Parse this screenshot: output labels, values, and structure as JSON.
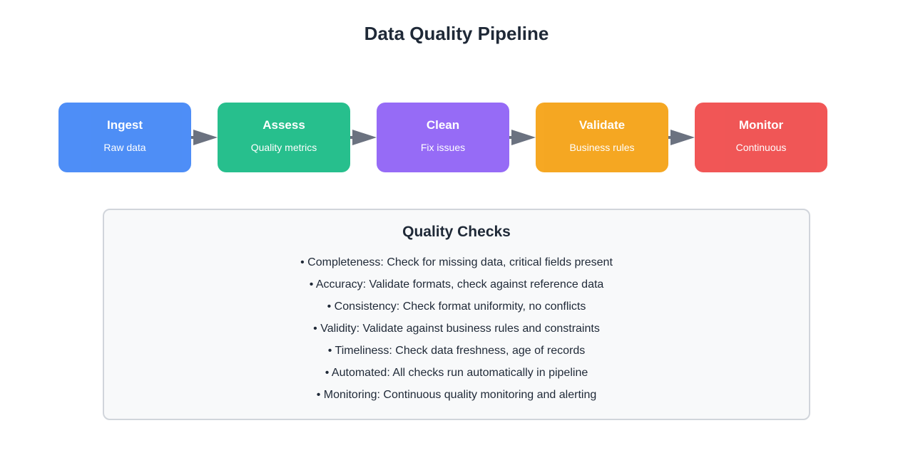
{
  "title": "Data Quality Pipeline",
  "stages": [
    {
      "name": "Ingest",
      "sub": "Raw data",
      "color": "#3b82f6"
    },
    {
      "name": "Assess",
      "sub": "Quality metrics",
      "color": "#10b981"
    },
    {
      "name": "Clean",
      "sub": "Fix issues",
      "color": "#8b5cf6"
    },
    {
      "name": "Validate",
      "sub": "Business rules",
      "color": "#f59e0b"
    },
    {
      "name": "Monitor",
      "sub": "Continuous",
      "color": "#ef4444"
    }
  ],
  "checks": {
    "title": "Quality Checks",
    "items": [
      "• Completeness: Check for missing data, critical fields present",
      "• Accuracy: Validate formats, check against reference data",
      "• Consistency: Check format uniformity, no conflicts",
      "• Validity: Validate against business rules and constraints",
      "• Timeliness: Check data freshness, age of records",
      "• Automated: All checks run automatically in pipeline",
      "• Monitoring: Continuous quality monitoring and alerting"
    ]
  }
}
